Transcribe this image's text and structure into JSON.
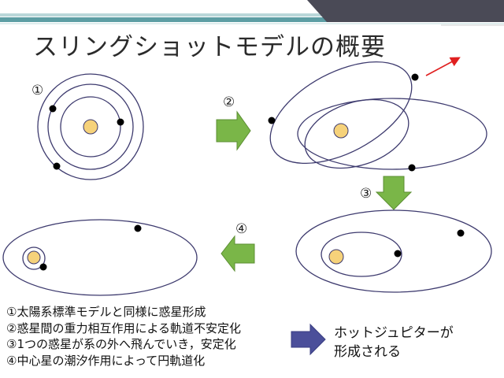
{
  "slide": {
    "title": "スリングショットモデルの概要"
  },
  "steps": [
    {
      "label": "①"
    },
    {
      "label": "②"
    },
    {
      "label": "③"
    },
    {
      "label": "④"
    }
  ],
  "summary": [
    "①太陽系標準モデルと同様に惑星形成",
    "②惑星間の重力相互作用による軌道不安定化",
    "③1つの惑星が系の外へ飛んでいき，安定化",
    "④中心星の潮汐作用によって円軌道化"
  ],
  "result": {
    "line1": "ホットジュピターが",
    "line2": "形成される"
  },
  "colors": {
    "header_dark": "#4a4a56",
    "header_teal": "#5d9ea4",
    "orbit": "#3d3a6e",
    "star": "#f6d27a",
    "planet": "#000000",
    "step_arrow": "#7ab648",
    "result_arrow": "#4b4f9a",
    "escape_arrow": "#e02020"
  }
}
